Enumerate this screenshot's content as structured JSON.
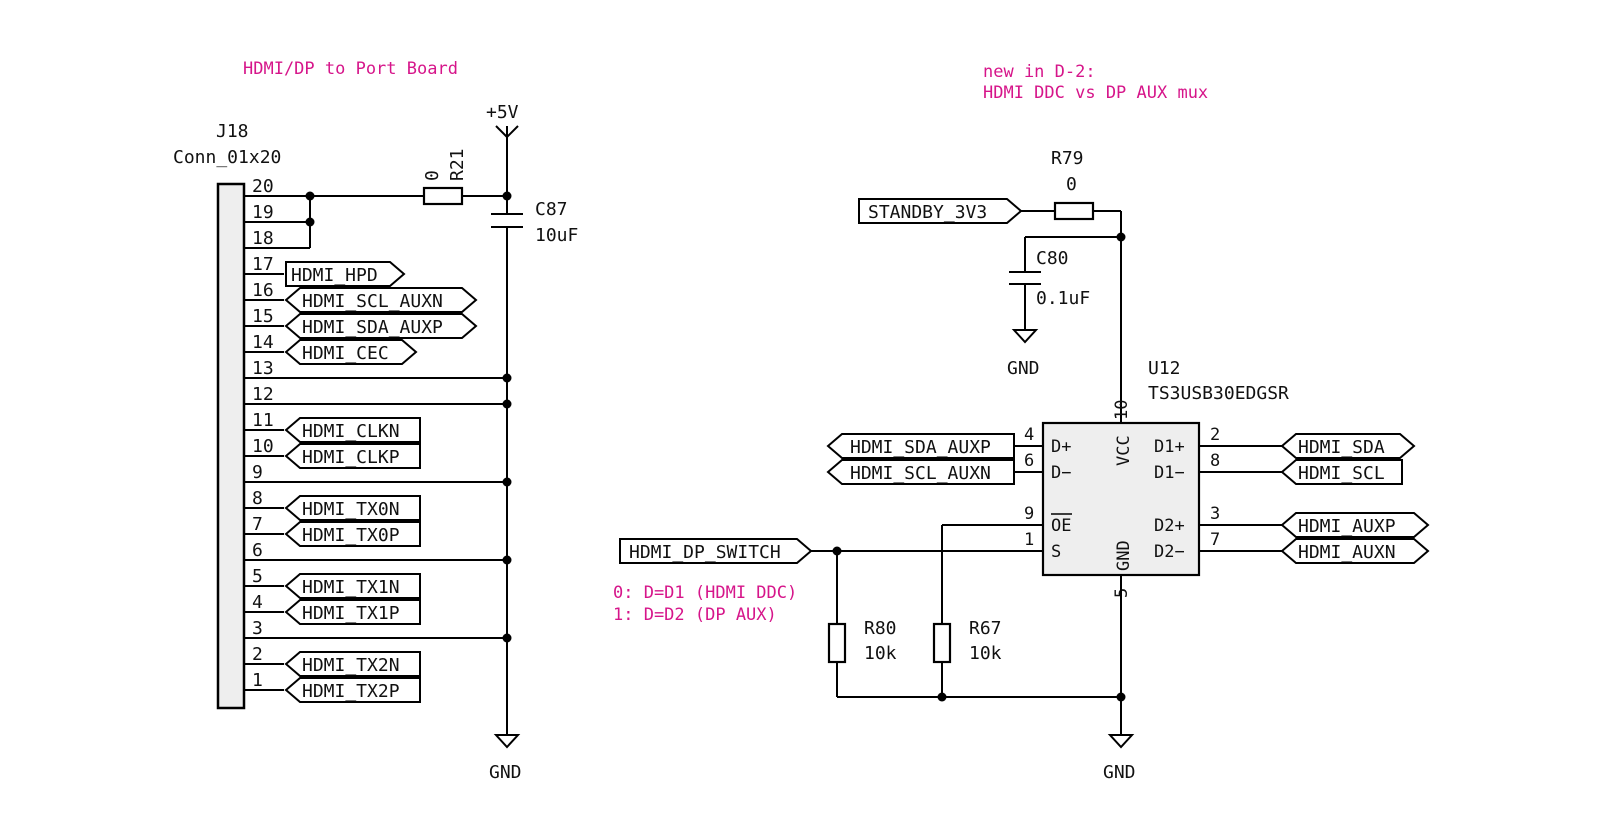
{
  "notes": {
    "board_title": "HDMI/DP to Port Board",
    "new_line1": "new in D-2:",
    "new_line2": "HDMI DDC vs DP AUX mux",
    "switch_line1": "0: D=D1 (HDMI DDC)",
    "switch_line2": "1: D=D2 (DP AUX)"
  },
  "colors": {
    "note": "#d6158a",
    "wire": "#000000",
    "ic_fill": "#eeeeee",
    "connector_fill": "#eeeeee"
  },
  "power": {
    "plus5v": "+5V",
    "gnd": "GND"
  },
  "connector": {
    "ref": "J18",
    "value": "Conn_01x20",
    "pins": [
      "20",
      "19",
      "18",
      "17",
      "16",
      "15",
      "14",
      "13",
      "12",
      "11",
      "10",
      "9",
      "8",
      "7",
      "6",
      "5",
      "4",
      "3",
      "2",
      "1"
    ]
  },
  "connector_labels": {
    "p17": "HDMI_HPD",
    "p16": "HDMI_SCL_AUXN",
    "p15": "HDMI_SDA_AUXP",
    "p14": "HDMI_CEC",
    "p11": "HDMI_CLKN",
    "p10": "HDMI_CLKP",
    "p8": "HDMI_TX0N",
    "p7": "HDMI_TX0P",
    "p5": "HDMI_TX1N",
    "p4": "HDMI_TX1P",
    "p2": "HDMI_TX2N",
    "p1": "HDMI_TX2P"
  },
  "r21": {
    "ref": "R21",
    "value": "0"
  },
  "c87": {
    "ref": "C87",
    "value": "10uF"
  },
  "r79": {
    "ref": "R79",
    "value": "0"
  },
  "c80": {
    "ref": "C80",
    "value": "0.1uF"
  },
  "r80": {
    "ref": "R80",
    "value": "10k"
  },
  "r67": {
    "ref": "R67",
    "value": "10k"
  },
  "u12": {
    "ref": "U12",
    "value": "TS3USB30EDGSR",
    "pin_vcc": "VCC",
    "pin_gnd": "GND",
    "pin_dplus": "D+",
    "pin_dminus": "D−",
    "pin_oe": "OE",
    "pin_s": "S",
    "pin_d1plus": "D1+",
    "pin_d1minus": "D1−",
    "pin_d2plus": "D2+",
    "pin_d2minus": "D2−",
    "num_vcc": "10",
    "num_gnd": "5",
    "num_dplus": "4",
    "num_dminus": "6",
    "num_oe": "9",
    "num_s": "1",
    "num_d1plus": "2",
    "num_d1minus": "8",
    "num_d2plus": "3",
    "num_d2minus": "7"
  },
  "net_labels": {
    "standby": "STANDBY_3V3",
    "sda_auxp": "HDMI_SDA_AUXP",
    "scl_auxn": "HDMI_SCL_AUXN",
    "dp_switch": "HDMI_DP_SWITCH",
    "hdmi_sda": "HDMI_SDA",
    "hdmi_scl": "HDMI_SCL",
    "hdmi_auxp": "HDMI_AUXP",
    "hdmi_auxn": "HDMI_AUXN"
  }
}
